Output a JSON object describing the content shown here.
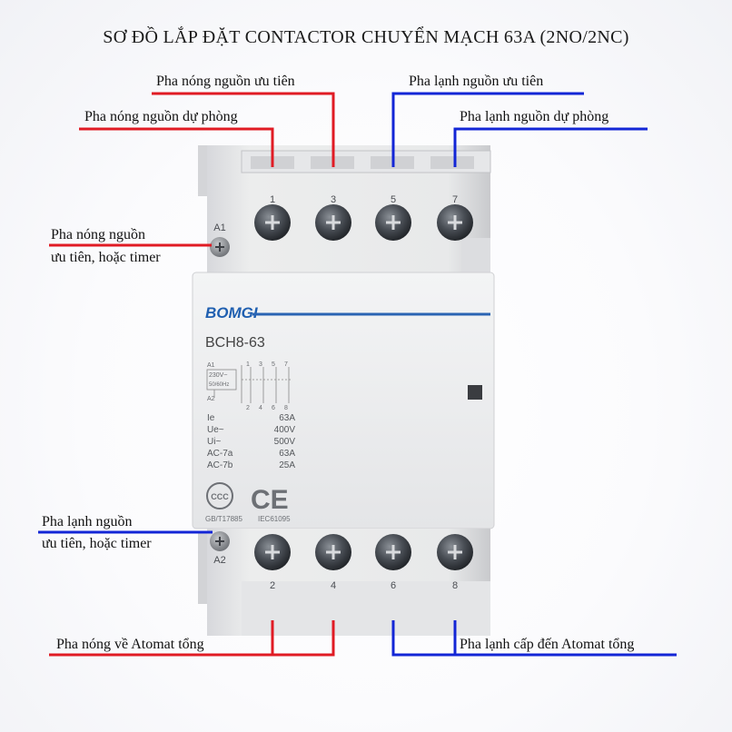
{
  "title": "SƠ ĐỒ LẮP ĐẶT CONTACTOR CHUYỂN MẠCH 63A (2NO/2NC)",
  "colors": {
    "hot_wire": "#e01b24",
    "cold_wire": "#1326d6"
  },
  "labels": {
    "hot_priority": "Pha nóng nguồn ưu tiên",
    "cold_priority": "Pha lạnh nguồn ưu tiên",
    "hot_backup": "Pha nóng nguồn dự phòng",
    "cold_backup": "Pha lạnh nguồn dự phòng",
    "a1_line1": "Pha nóng nguồn",
    "a1_line2": "ưu tiên, hoặc timer",
    "a2_line1": "Pha lạnh nguồn",
    "a2_line2": "ưu tiên, hoặc timer",
    "hot_out": "Pha nóng về Atomat tổng",
    "cold_out": "Pha lạnh cấp đến Atomat tổng"
  },
  "device": {
    "brand": "BOMGI",
    "model": "BCH8-63",
    "top_terminals": [
      "1",
      "3",
      "5",
      "7"
    ],
    "bottom_terminals": [
      "2",
      "4",
      "6",
      "8"
    ],
    "coil_top": "A1",
    "coil_bottom": "A2",
    "schematic": {
      "a1": "A1",
      "a2": "A2",
      "voltage": "230V~",
      "freq": "50/60Hz",
      "contacts_top": [
        "1",
        "3",
        "5",
        "7"
      ],
      "contacts_bottom": [
        "2",
        "4",
        "6",
        "8"
      ]
    },
    "specs": [
      {
        "name": "Ie",
        "value": "63A"
      },
      {
        "name": "Ue~",
        "value": "400V"
      },
      {
        "name": "Ui~",
        "value": "500V"
      },
      {
        "name": "AC-7a",
        "value": "63A"
      },
      {
        "name": "AC-7b",
        "value": "25A"
      }
    ],
    "cert_left": "GB/T17885",
    "cert_right": "IEC61095",
    "ce_mark": "CE",
    "ccc_mark": "CCC"
  }
}
